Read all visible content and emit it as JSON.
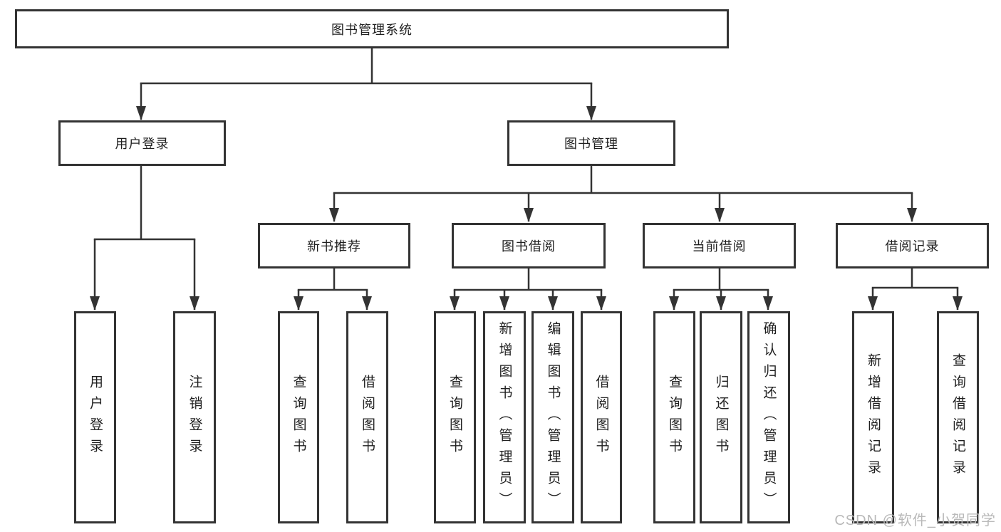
{
  "tree": {
    "label": "图书管理系统",
    "children": [
      {
        "label": "用户登录",
        "children": [
          {
            "label": "用户登录"
          },
          {
            "label": "注销登录"
          }
        ]
      },
      {
        "label": "图书管理",
        "children": [
          {
            "label": "新书推荐",
            "children": [
              {
                "label": "查询图书"
              },
              {
                "label": "借阅图书"
              }
            ]
          },
          {
            "label": "图书借阅",
            "children": [
              {
                "label": "查询图书"
              },
              {
                "label": "新增图书（管理员）"
              },
              {
                "label": "编辑图书（管理员）"
              },
              {
                "label": "借阅图书"
              }
            ]
          },
          {
            "label": "当前借阅",
            "children": [
              {
                "label": "查询图书"
              },
              {
                "label": "归还图书"
              },
              {
                "label": "确认归还（管理员）"
              }
            ]
          },
          {
            "label": "借阅记录",
            "children": [
              {
                "label": "新增借阅记录"
              },
              {
                "label": "查询借阅记录"
              }
            ]
          }
        ]
      }
    ]
  },
  "watermark": "CSDN @软件_小贺同学",
  "colors": {
    "line": "#333333",
    "box_border": "#333333",
    "text": "#1f1f1f",
    "watermark": "#b9b9b9",
    "background": "#ffffff"
  }
}
